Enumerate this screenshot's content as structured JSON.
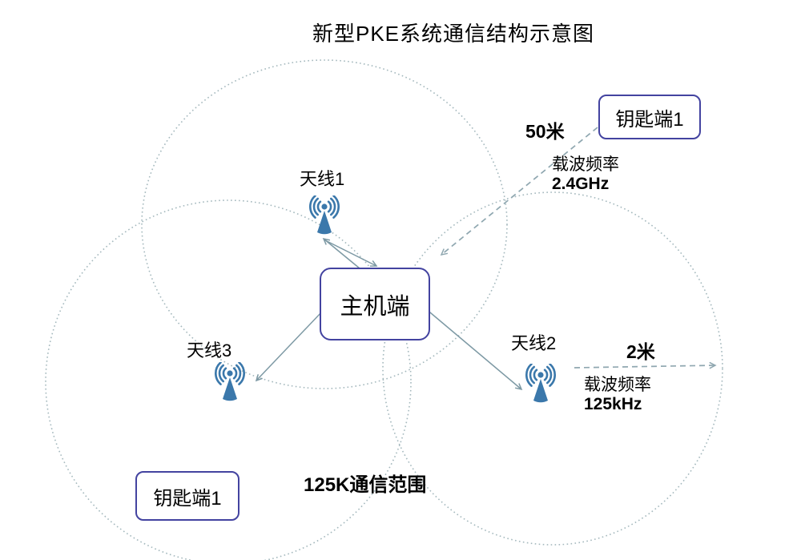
{
  "title": "新型PKE系统通信结构示意图",
  "nodes": {
    "host": {
      "label": "主机端"
    },
    "key_fob_top": {
      "label": "钥匙端1"
    },
    "key_fob_bottom": {
      "label": "钥匙端1"
    },
    "antenna1": {
      "label": "天线1"
    },
    "antenna2": {
      "label": "天线2"
    },
    "antenna3": {
      "label": "天线3"
    }
  },
  "annotations": {
    "link_2_4ghz": {
      "distance": "50米",
      "carrier_label": "载波频率",
      "frequency": "2.4GHz"
    },
    "link_125khz": {
      "distance": "2米",
      "carrier_label": "载波频率",
      "frequency": "125kHz"
    },
    "range_note": "125K通信范围"
  },
  "colors": {
    "box_border": "#4343a0",
    "antenna_blue": "#3b78ab",
    "range_circle_dotted": "#a4b8bd",
    "solid_arrow": "#7d99a4",
    "dashed_arrow": "#8fa7b0",
    "text": "#000000",
    "background": "#ffffff"
  },
  "icons": {
    "antenna": "radio-antenna-icon"
  }
}
